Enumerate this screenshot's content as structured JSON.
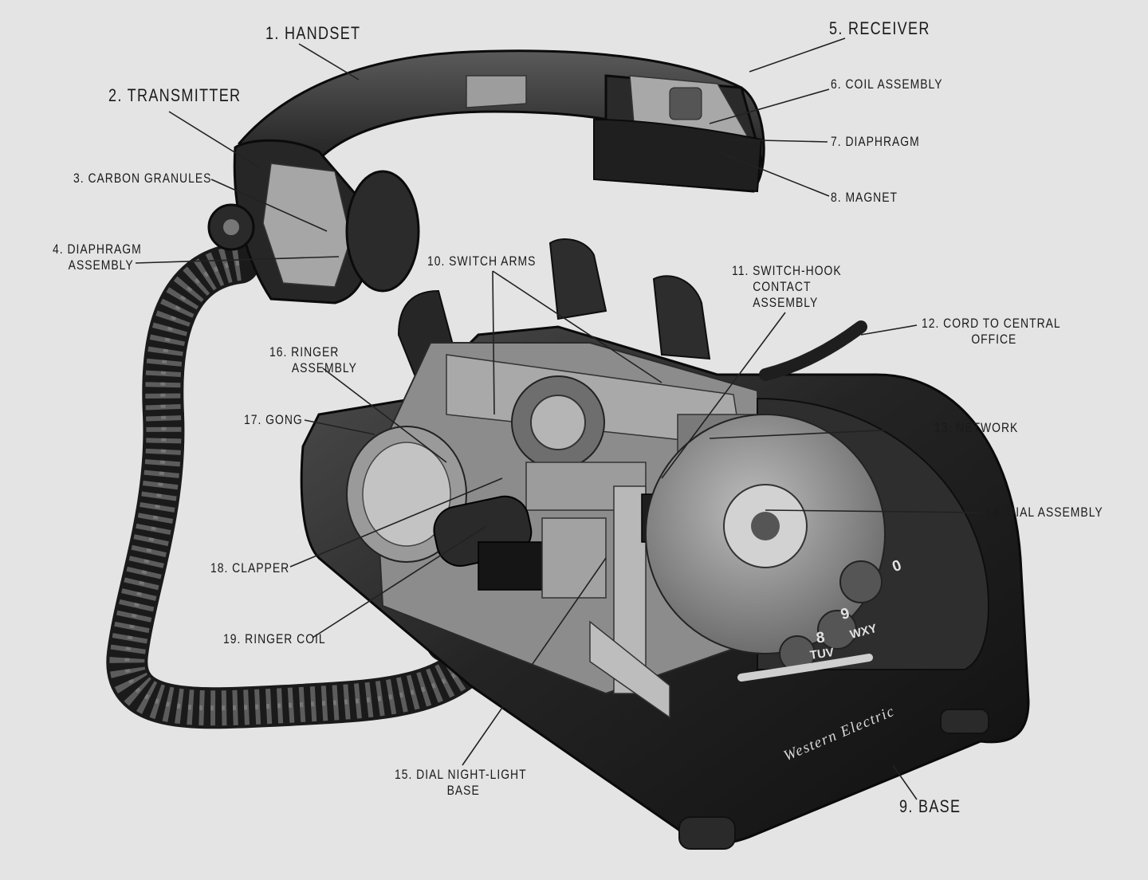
{
  "labels": {
    "l1": "1. HANDSET",
    "l2": "2. TRANSMITTER",
    "l3": "3. CARBON GRANULES",
    "l4a": "4. DIAPHRAGM",
    "l4b": "ASSEMBLY",
    "l5": "5. RECEIVER",
    "l6": "6. COIL ASSEMBLY",
    "l7": "7. DIAPHRAGM",
    "l8": "8. MAGNET",
    "l9": "9. BASE",
    "l10": "10. SWITCH ARMS",
    "l11a": "11. SWITCH-HOOK",
    "l11b": "CONTACT",
    "l11c": "ASSEMBLY",
    "l12a": "12. CORD TO CENTRAL",
    "l12b": "OFFICE",
    "l13": "13. NETWORK",
    "l14": "14. DIAL ASSEMBLY",
    "l15a": "15. DIAL NIGHT-LIGHT",
    "l15b": "BASE",
    "l16a": "16. RINGER",
    "l16b": "ASSEMBLY",
    "l17": "17. GONG",
    "l18": "18. CLAPPER",
    "l19": "19. RINGER COIL"
  },
  "brand": "Western Electric",
  "dial": {
    "d0": "0",
    "d8": "8",
    "d8l": "TUV",
    "d9": "9",
    "d9l": "WXY"
  },
  "colors": {
    "background": "#e4e4e4",
    "body": "#1c1c1c",
    "body_highlight": "#4a4a4a",
    "interior": "#8a8a8a",
    "leader": "#222222"
  }
}
